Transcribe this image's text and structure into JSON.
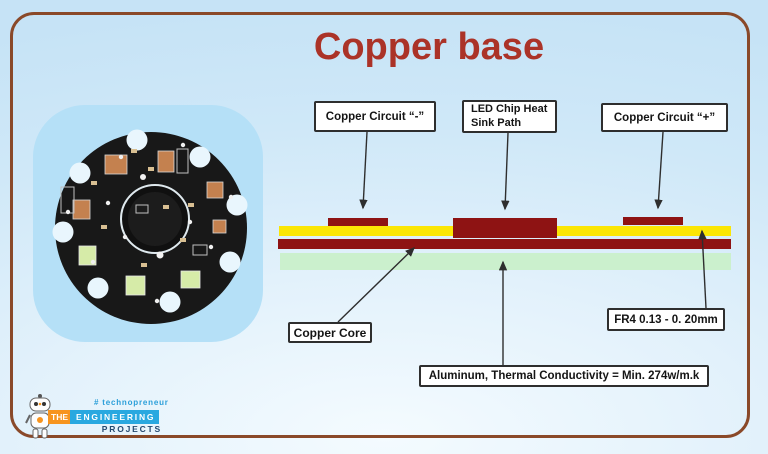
{
  "title": "Copper base",
  "labels": {
    "copper_circuit_minus": "Copper Circuit “-”",
    "led_chip_heat": "LED Chip Heat",
    "sink_path": "Sink Path",
    "copper_circuit_plus": "Copper Circuit “+”",
    "copper_core": "Copper Core",
    "fr4_thickness": "FR4 0.13 - 0. 20mm",
    "aluminum": "Aluminum, Thermal Conductivity = Min. 274w/m.k"
  },
  "layers": [
    {
      "name": "copper circuit pads",
      "color": "#8e1313"
    },
    {
      "name": "FR4 dielectric",
      "color": "#fbe604"
    },
    {
      "name": "copper core",
      "color": "#8e1313"
    },
    {
      "name": "aluminum base",
      "color": "#cbf0cd"
    }
  ],
  "logo": {
    "tagline": "# technopreneur",
    "the": "THE",
    "engineering": "ENGINEERING",
    "projects": "PROJECTS"
  },
  "colors": {
    "title_red": "#ab3328",
    "frame_border": "#8a4929",
    "copper_maroon": "#8e1313",
    "fr4_yellow": "#fbe604",
    "aluminum_green": "#cbf0cd",
    "photo_panel_blue": "#b5e0f7",
    "logo_orange": "#f7941e",
    "logo_blue": "#29a8e0",
    "logo_navy": "#25496f"
  }
}
